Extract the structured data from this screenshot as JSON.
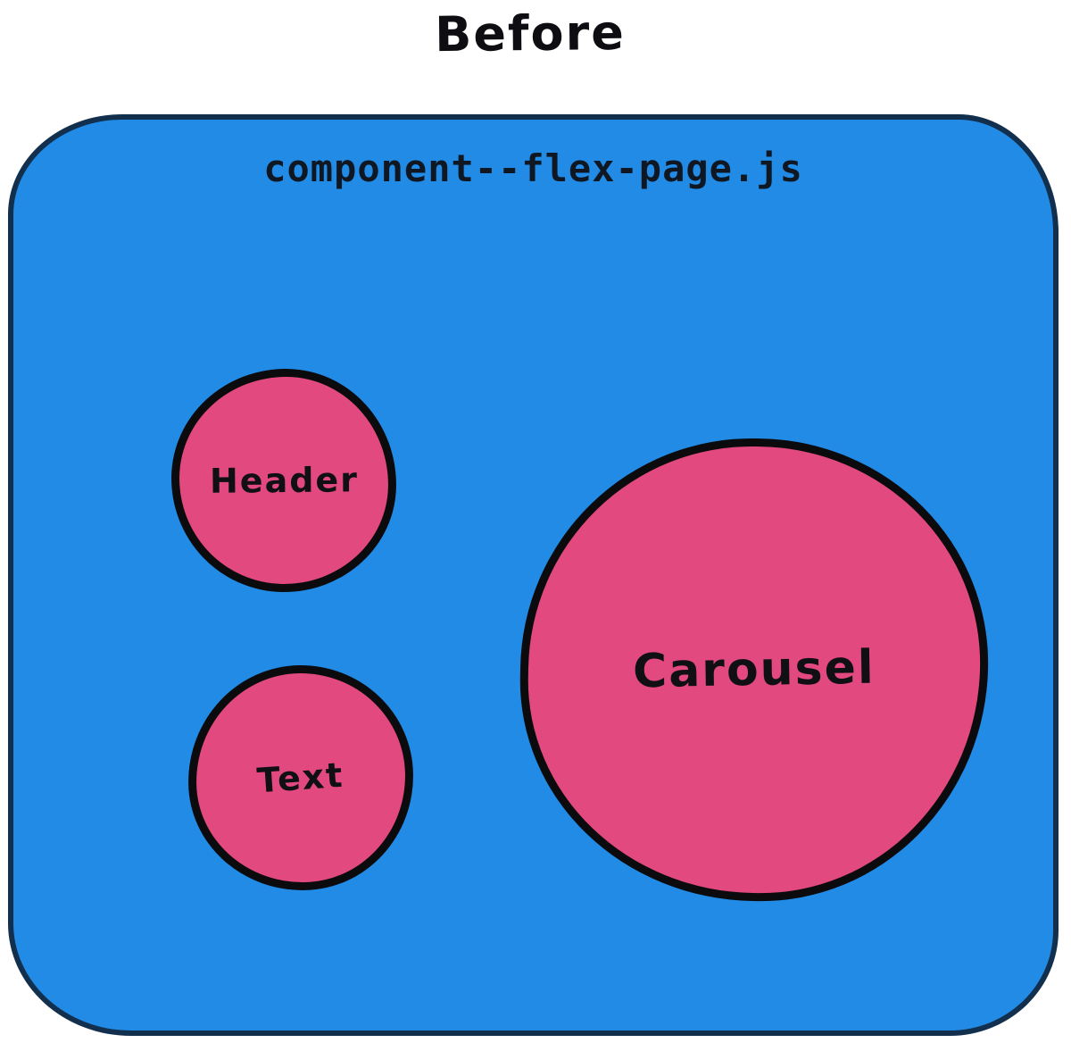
{
  "title": "Before",
  "container": {
    "label": "component--flex-page.js"
  },
  "nodes": [
    {
      "id": "header",
      "label": "Header"
    },
    {
      "id": "text",
      "label": "Text"
    },
    {
      "id": "carousel",
      "label": "Carousel"
    }
  ],
  "colors": {
    "background": "#FFFFFF",
    "container_fill": "#228BE6",
    "container_border": "#12304E",
    "node_fill": "#E2497E",
    "node_border": "#0B0B0E",
    "text": "#101014"
  }
}
